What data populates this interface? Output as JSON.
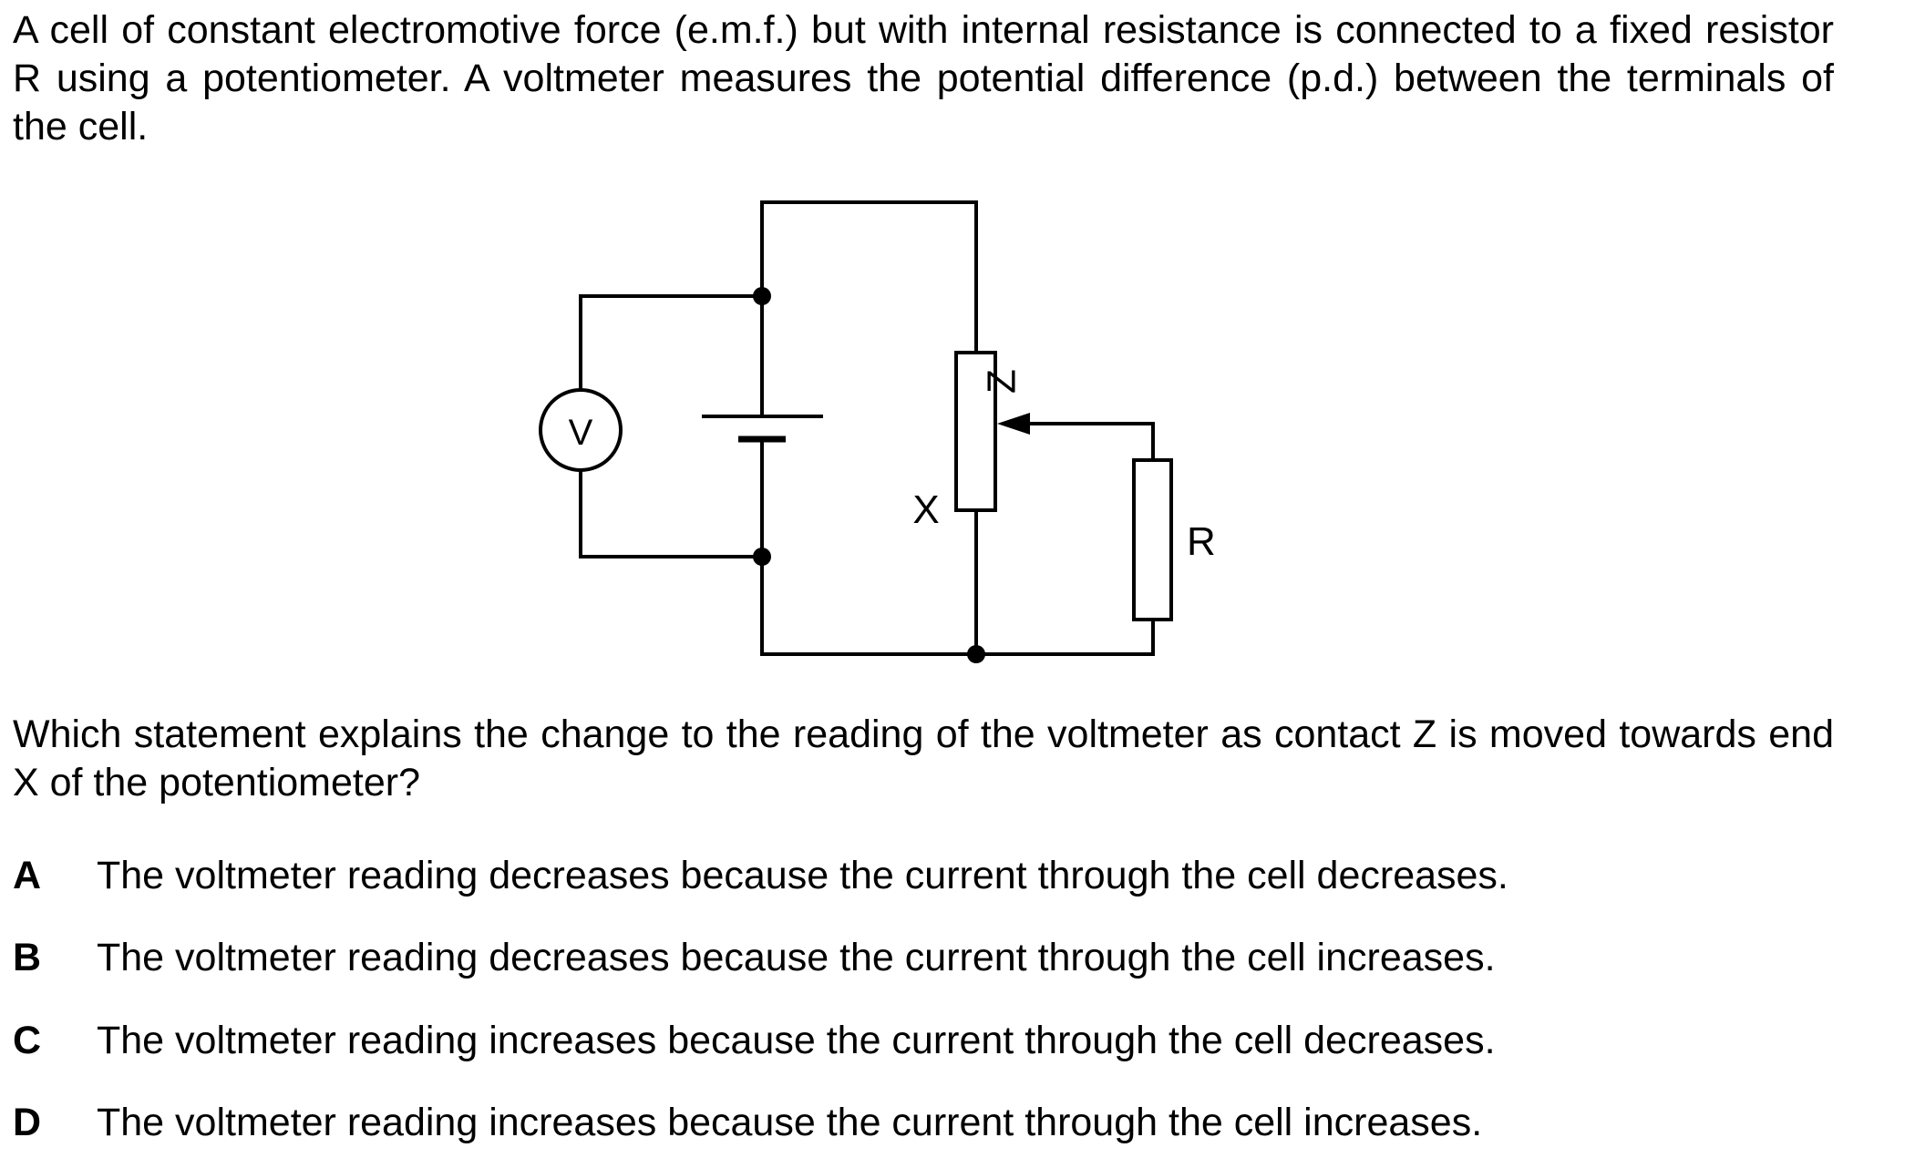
{
  "intro": "A cell of constant electromotive force (e.m.f.) but with internal resistance is connected to a fixed resistor R using a potentiometer. A voltmeter measures the potential difference (p.d.) between the terminals of the cell.",
  "circuit": {
    "voltmeter_label": "V",
    "contact_label": "Z",
    "end_label": "X",
    "resistor_label": "R"
  },
  "question": "Which statement explains the change to the reading of the voltmeter as contact Z is moved towards end X of the potentiometer?",
  "options": [
    {
      "letter": "A",
      "text": "The voltmeter reading decreases because the current through the cell decreases."
    },
    {
      "letter": "B",
      "text": "The voltmeter reading decreases because the current through the cell increases."
    },
    {
      "letter": "C",
      "text": "The voltmeter reading increases because the current through the cell decreases."
    },
    {
      "letter": "D",
      "text": "The voltmeter reading increases because the current through the cell increases."
    }
  ]
}
